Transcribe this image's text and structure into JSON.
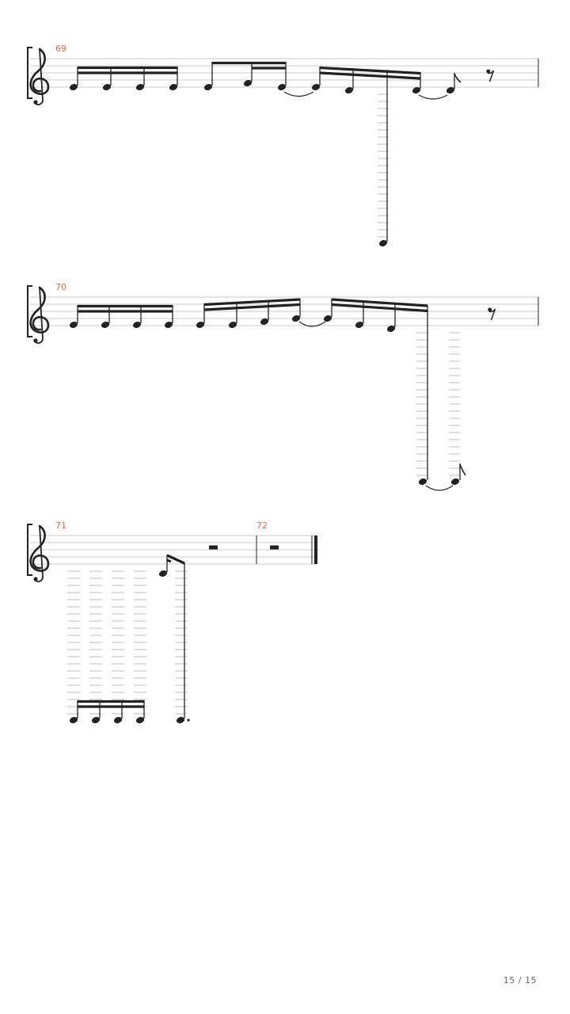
{
  "colors": {
    "ink": "#222222",
    "staff_line": "#c8c8c8",
    "ledger": "#bdbdbd",
    "measure_number": "#e8643c",
    "page_number": "#666666"
  },
  "icons": {
    "clef": "treble-clef-icon",
    "bracket": "system-bracket-icon",
    "eighth_rest": "eighth-rest-icon",
    "half_rest": "half-rest-icon"
  },
  "systems": [
    {
      "measure_numbers": [
        "69"
      ]
    },
    {
      "measure_numbers": [
        "70"
      ]
    },
    {
      "measure_numbers": [
        "71",
        "72"
      ]
    }
  ],
  "page_number": "15 / 15"
}
